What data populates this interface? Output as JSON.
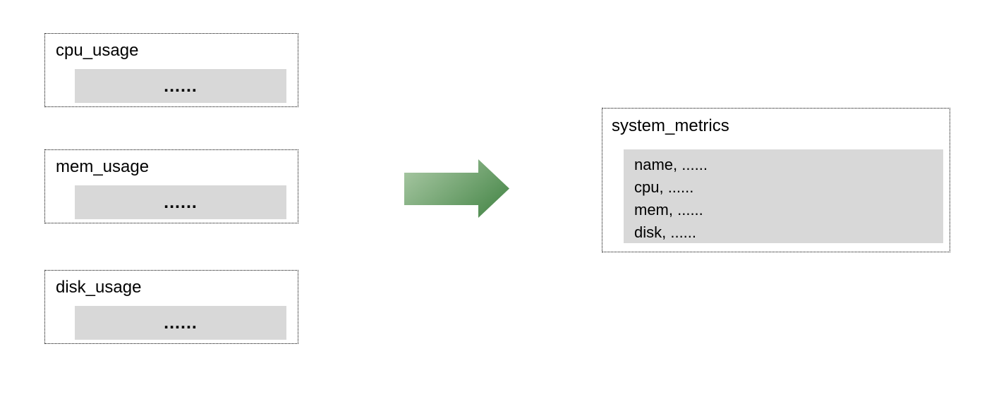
{
  "diagram": {
    "sources": [
      {
        "title": "cpu_usage",
        "placeholder": "......"
      },
      {
        "title": "mem_usage",
        "placeholder": "......"
      },
      {
        "title": "disk_usage",
        "placeholder": "......"
      }
    ],
    "arrow": {
      "gradient_from": "#adcba8",
      "gradient_to": "#4f8c50"
    },
    "target": {
      "title": "system_metrics",
      "rows": [
        "name, ......",
        "cpu, ......",
        "mem, ......",
        "disk, ......"
      ]
    }
  },
  "theme": {
    "panel_fill": "#d8d8d8",
    "border_color": "#000000",
    "text_color": "#000000",
    "background": "#ffffff"
  }
}
